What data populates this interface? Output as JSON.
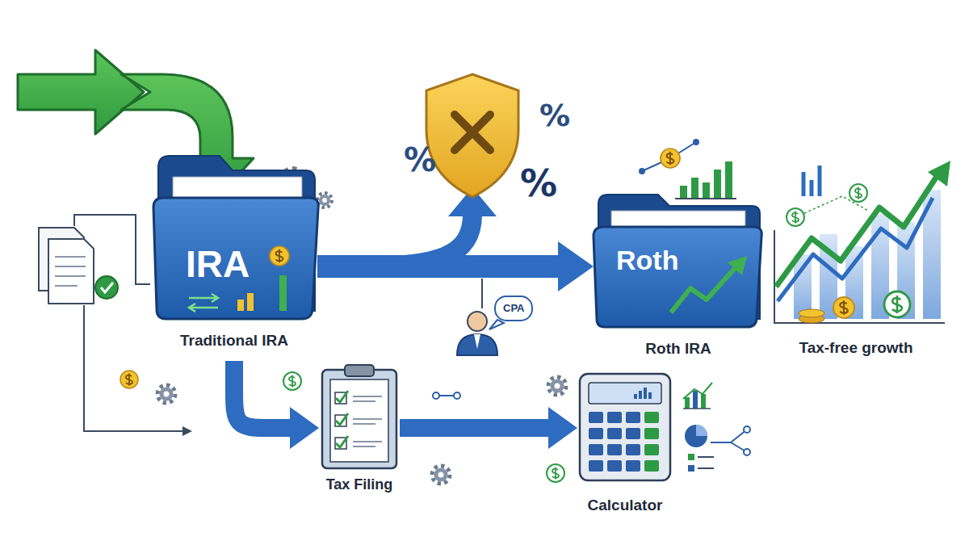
{
  "diagram": {
    "nodes": [
      {
        "text": [
          "IRA",
          "Traditional IRA"
        ]
      },
      {
        "text": [
          "CPA"
        ]
      },
      {
        "text": [
          "Roth",
          "Roth IRA"
        ]
      },
      {
        "text": [
          "Tax-free growth"
        ]
      },
      {
        "text": [
          "Tax Filing"
        ]
      },
      {
        "text": [
          "Calculator"
        ]
      }
    ],
    "edges": [
      {
        "from": 0,
        "to": 2,
        "arrow": "to"
      },
      {
        "from": 0,
        "to": 4,
        "arrow": "to"
      },
      {
        "from": 4,
        "to": 5,
        "arrow": "to"
      }
    ],
    "labels": [
      "%",
      "%",
      "%"
    ]
  }
}
